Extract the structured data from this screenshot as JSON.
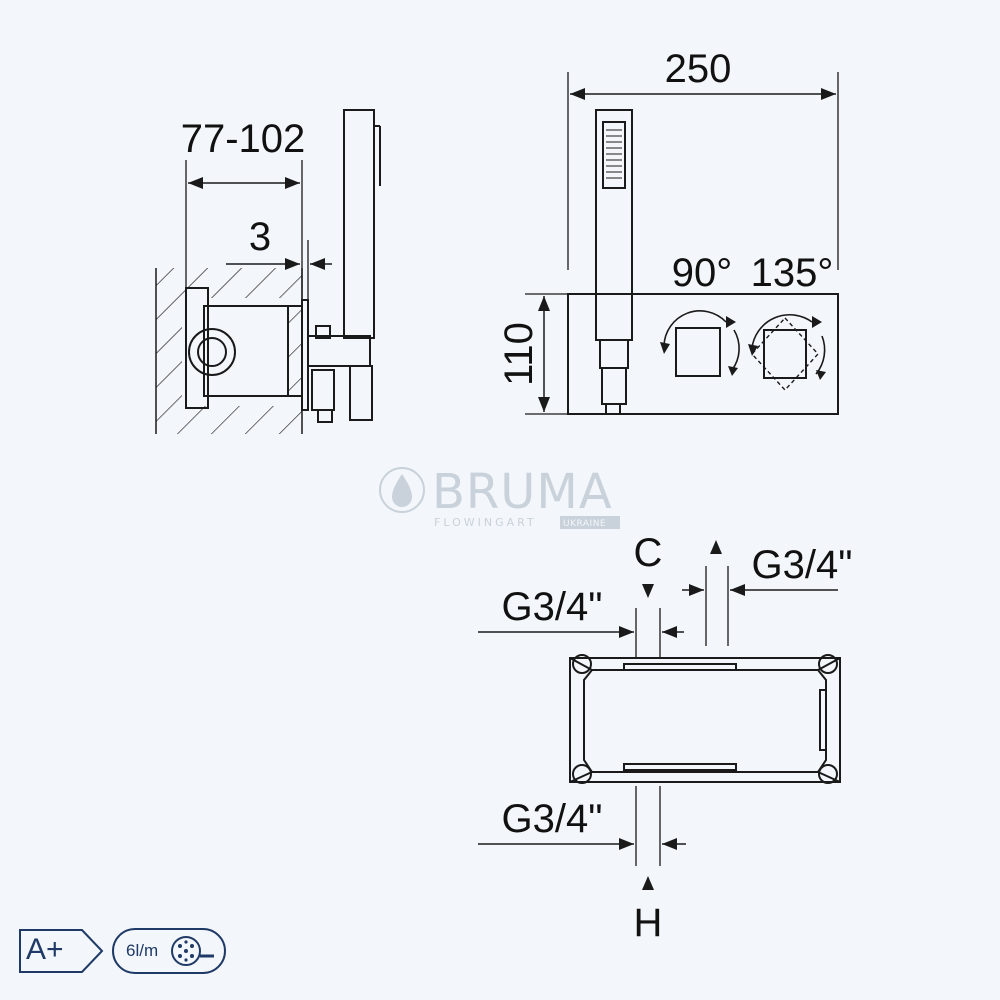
{
  "dimensions": {
    "left_width": "77-102",
    "left_gap": "3",
    "top_width": "250",
    "height": "110",
    "angle_a": "90°",
    "angle_b": "135°",
    "port_top_left": "G3/4\"",
    "port_top_right": "G3/4\"",
    "port_bottom": "G3/4\"",
    "label_cold": "C",
    "label_hot": "H"
  },
  "watermark": {
    "brand": "BRUMA",
    "tagline": "FLOWINGART",
    "region": "UKRAINE"
  },
  "badges": {
    "energy_class": "A+",
    "flow_rate": "6l/m"
  },
  "icons": {
    "energy": "energy-label-icon",
    "flow": "shower-head-icon",
    "drop": "water-drop-icon"
  },
  "colors": {
    "background": "#f3f6fa",
    "line": "#1a1a1a",
    "badge": "#1f3a66",
    "watermark": "#c9d2da"
  }
}
